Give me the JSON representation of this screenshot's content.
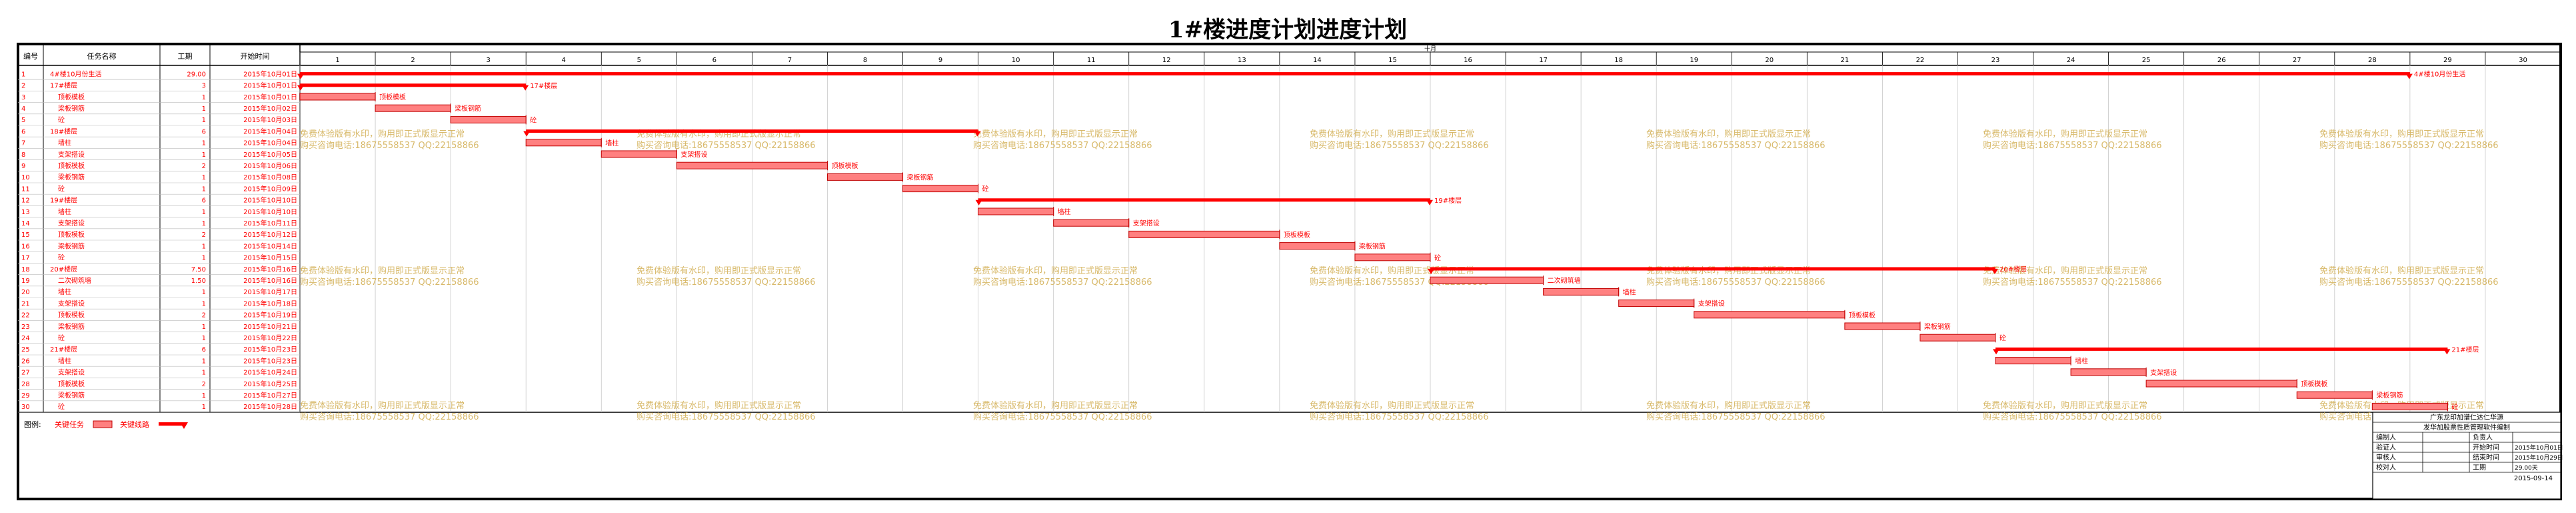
{
  "title": "1#楼进度计划进度计划",
  "month_label": "十月",
  "table_headers": {
    "id": "编号",
    "name": "任务名称",
    "duration": "工期",
    "start": "开始时间"
  },
  "legend": {
    "label": "图例:",
    "critical": "关键任务",
    "milestone": "关键线路"
  },
  "watermark": {
    "line1": "免费体验版有水印，购用即正式版显示正常",
    "line2": "购买咨询电话:18675558537 QQ:22158866"
  },
  "info_box": {
    "company": "广东龙印加谱仁达仁华源",
    "software": "发华加股票性质管理软件编制",
    "rows": [
      {
        "left_label": "编制人",
        "left_value": "",
        "right_label": "负责人",
        "right_value": ""
      },
      {
        "left_label": "验证人",
        "left_value": "",
        "right_label": "开始时间",
        "right_value": "2015年10月01日"
      },
      {
        "left_label": "审核人",
        "left_value": "",
        "right_label": "结束时间",
        "right_value": "2015年10月29日"
      },
      {
        "left_label": "校对人",
        "left_value": "",
        "right_label": "工期",
        "right_value": "29.00天"
      }
    ],
    "date": "2015-09-14"
  },
  "colors": {
    "frame": "#000000",
    "task_text": "#ff0000",
    "bar": "#ff0000",
    "bar_fill": "#ff8080",
    "watermark": "#d4b25a"
  },
  "chart_data": {
    "type": "gantt",
    "title": "1#楼进度计划进度计划",
    "x_unit": "day",
    "x_range": [
      1,
      30
    ],
    "days": [
      1,
      2,
      3,
      4,
      5,
      6,
      7,
      8,
      9,
      10,
      11,
      12,
      13,
      14,
      15,
      16,
      17,
      18,
      19,
      20,
      21,
      22,
      23,
      24,
      25,
      26,
      27,
      28,
      29,
      30
    ],
    "tasks": [
      {
        "id": "1",
        "name": "4#楼10月份生活",
        "duration": "29.00",
        "start_text": "2015年10月01日",
        "start": 1,
        "end": 29,
        "kind": "summary",
        "bar_label": "4#楼10月份生活"
      },
      {
        "id": "2",
        "name": "17#楼层",
        "duration": "3",
        "start_text": "2015年10月01日",
        "start": 1,
        "end": 4,
        "kind": "summary",
        "bar_label": "17#楼层"
      },
      {
        "id": "3",
        "name": "顶板模板",
        "duration": "1",
        "start_text": "2015年10月01日",
        "start": 1,
        "end": 2,
        "kind": "task",
        "bar_label": "顶板模板"
      },
      {
        "id": "4",
        "name": "梁板钢筋",
        "duration": "1",
        "start_text": "2015年10月02日",
        "start": 2,
        "end": 3,
        "kind": "task",
        "bar_label": "梁板钢筋"
      },
      {
        "id": "5",
        "name": "砼",
        "duration": "1",
        "start_text": "2015年10月03日",
        "start": 3,
        "end": 4,
        "kind": "task",
        "bar_label": "砼"
      },
      {
        "id": "6",
        "name": "18#楼层",
        "duration": "6",
        "start_text": "2015年10月04日",
        "start": 4,
        "end": 10,
        "kind": "summary",
        "bar_label": ""
      },
      {
        "id": "7",
        "name": "墙柱",
        "duration": "1",
        "start_text": "2015年10月04日",
        "start": 4,
        "end": 5,
        "kind": "task",
        "bar_label": "墙柱"
      },
      {
        "id": "8",
        "name": "支架搭设",
        "duration": "1",
        "start_text": "2015年10月05日",
        "start": 5,
        "end": 6,
        "kind": "task",
        "bar_label": "支架搭设"
      },
      {
        "id": "9",
        "name": "顶板模板",
        "duration": "2",
        "start_text": "2015年10月06日",
        "start": 6,
        "end": 8,
        "kind": "task",
        "bar_label": "顶板模板"
      },
      {
        "id": "10",
        "name": "梁板钢筋",
        "duration": "1",
        "start_text": "2015年10月08日",
        "start": 8,
        "end": 9,
        "kind": "task",
        "bar_label": "梁板钢筋"
      },
      {
        "id": "11",
        "name": "砼",
        "duration": "1",
        "start_text": "2015年10月09日",
        "start": 9,
        "end": 10,
        "kind": "task",
        "bar_label": "砼"
      },
      {
        "id": "12",
        "name": "19#楼层",
        "duration": "6",
        "start_text": "2015年10月10日",
        "start": 10,
        "end": 16,
        "kind": "summary",
        "bar_label": "19#楼层"
      },
      {
        "id": "13",
        "name": "墙柱",
        "duration": "1",
        "start_text": "2015年10月10日",
        "start": 10,
        "end": 11,
        "kind": "task",
        "bar_label": "墙柱"
      },
      {
        "id": "14",
        "name": "支架搭设",
        "duration": "1",
        "start_text": "2015年10月11日",
        "start": 11,
        "end": 12,
        "kind": "task",
        "bar_label": "支架搭设"
      },
      {
        "id": "15",
        "name": "顶板模板",
        "duration": "2",
        "start_text": "2015年10月12日",
        "start": 12,
        "end": 14,
        "kind": "task",
        "bar_label": "顶板模板"
      },
      {
        "id": "16",
        "name": "梁板钢筋",
        "duration": "1",
        "start_text": "2015年10月14日",
        "start": 14,
        "end": 15,
        "kind": "task",
        "bar_label": "梁板钢筋"
      },
      {
        "id": "17",
        "name": "砼",
        "duration": "1",
        "start_text": "2015年10月15日",
        "start": 15,
        "end": 16,
        "kind": "task",
        "bar_label": "砼"
      },
      {
        "id": "18",
        "name": "20#楼层",
        "duration": "7.50",
        "start_text": "2015年10月16日",
        "start": 16,
        "end": 23.5,
        "kind": "summary",
        "bar_label": "20#楼层"
      },
      {
        "id": "19",
        "name": "二次砌筑墙",
        "duration": "1.50",
        "start_text": "2015年10月16日",
        "start": 16,
        "end": 17.5,
        "kind": "task",
        "bar_label": "二次砌筑墙"
      },
      {
        "id": "20",
        "name": "墙柱",
        "duration": "1",
        "start_text": "2015年10月17日",
        "start": 17.5,
        "end": 18.5,
        "kind": "task",
        "bar_label": "墙柱"
      },
      {
        "id": "21",
        "name": "支架搭设",
        "duration": "1",
        "start_text": "2015年10月18日",
        "start": 18.5,
        "end": 19.5,
        "kind": "task",
        "bar_label": "支架搭设"
      },
      {
        "id": "22",
        "name": "顶板模板",
        "duration": "2",
        "start_text": "2015年10月19日",
        "start": 19.5,
        "end": 21.5,
        "kind": "task",
        "bar_label": "顶板模板"
      },
      {
        "id": "23",
        "name": "梁板钢筋",
        "duration": "1",
        "start_text": "2015年10月21日",
        "start": 21.5,
        "end": 22.5,
        "kind": "task",
        "bar_label": "梁板钢筋"
      },
      {
        "id": "24",
        "name": "砼",
        "duration": "1",
        "start_text": "2015年10月22日",
        "start": 22.5,
        "end": 23.5,
        "kind": "task",
        "bar_label": "砼"
      },
      {
        "id": "25",
        "name": "21#楼层",
        "duration": "6",
        "start_text": "2015年10月23日",
        "start": 23.5,
        "end": 29.5,
        "kind": "summary",
        "bar_label": "21#楼层"
      },
      {
        "id": "26",
        "name": "墙柱",
        "duration": "1",
        "start_text": "2015年10月23日",
        "start": 23.5,
        "end": 24.5,
        "kind": "task",
        "bar_label": "墙柱"
      },
      {
        "id": "27",
        "name": "支架搭设",
        "duration": "1",
        "start_text": "2015年10月24日",
        "start": 24.5,
        "end": 25.5,
        "kind": "task",
        "bar_label": "支架搭设"
      },
      {
        "id": "28",
        "name": "顶板模板",
        "duration": "2",
        "start_text": "2015年10月25日",
        "start": 25.5,
        "end": 27.5,
        "kind": "task",
        "bar_label": "顶板模板"
      },
      {
        "id": "29",
        "name": "梁板钢筋",
        "duration": "1",
        "start_text": "2015年10月27日",
        "start": 27.5,
        "end": 28.5,
        "kind": "task",
        "bar_label": "梁板钢筋"
      },
      {
        "id": "30",
        "name": "砼",
        "duration": "1",
        "start_text": "2015年10月28日",
        "start": 28.5,
        "end": 29.5,
        "kind": "task",
        "bar_label": "砼"
      }
    ]
  }
}
